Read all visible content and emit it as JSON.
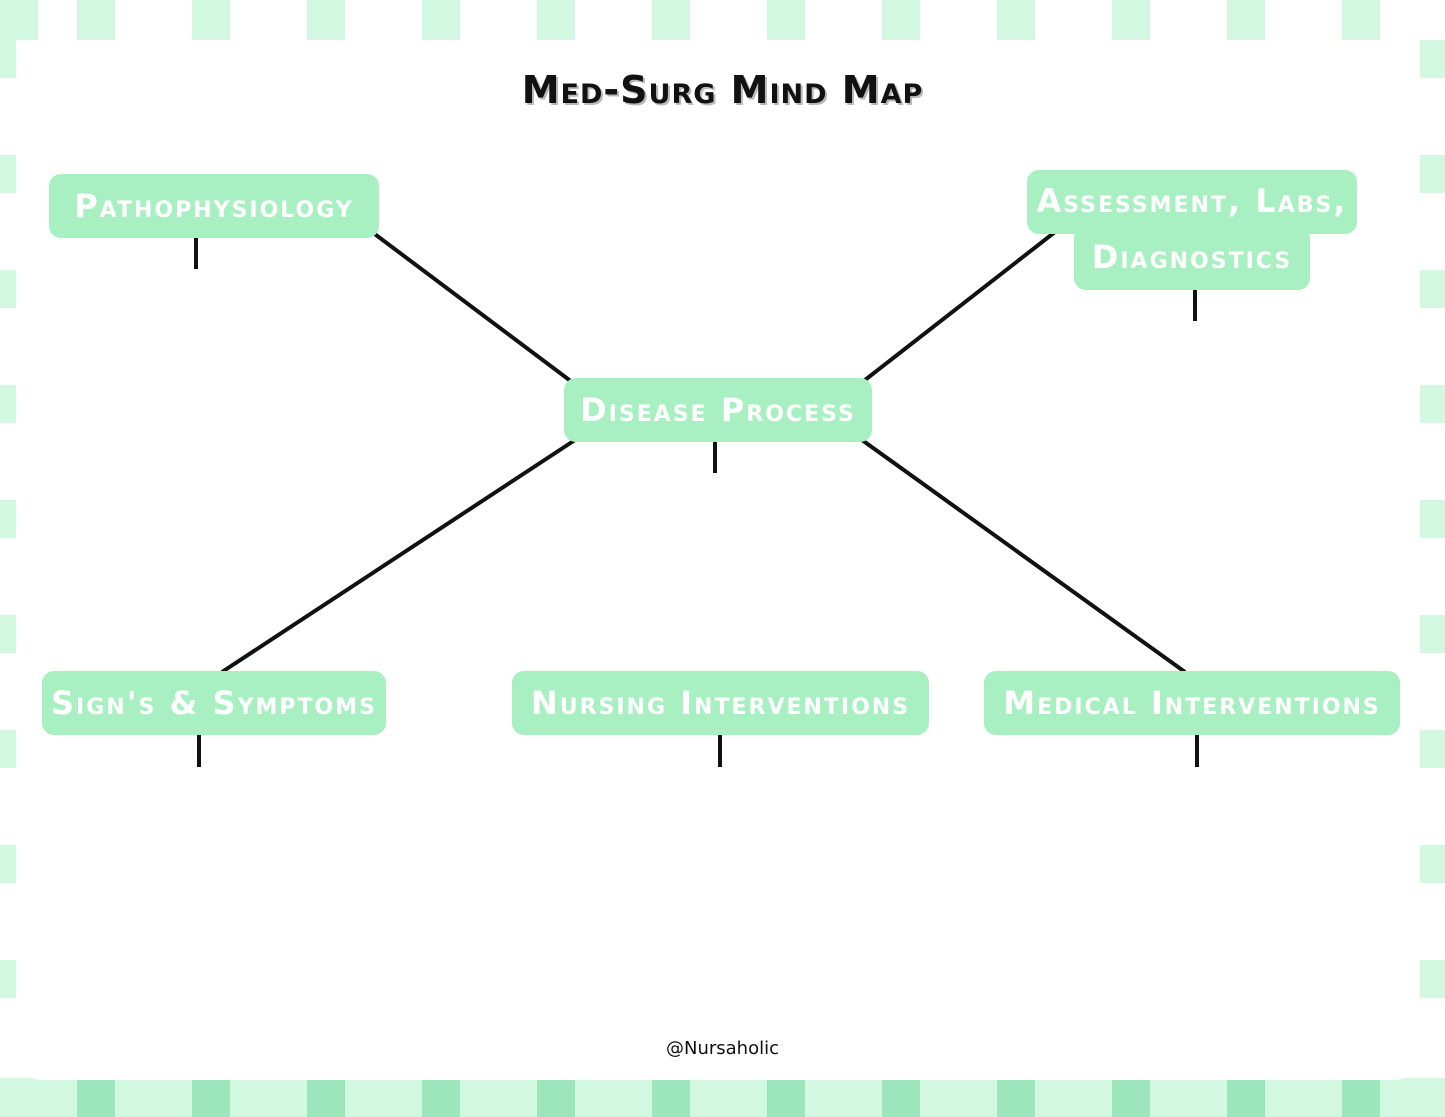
{
  "title": "Med-Surg Mind Map",
  "center": "Disease Process",
  "branches": {
    "pathophysiology": "Pathophysiology",
    "assessment_line1": "Assessment, Labs,",
    "assessment_line2": "Diagnostics",
    "signs_symptoms": "Sign's & Symptoms",
    "nursing_interventions": "Nursing Interventions",
    "medical_interventions": "Medical Interventions"
  },
  "credit": "@Nursaholic",
  "colors": {
    "node_fill": "#a8f0c1",
    "checker_light": "#d3f8e2",
    "checker_dark": "#9de6bc",
    "line": "#111111"
  }
}
